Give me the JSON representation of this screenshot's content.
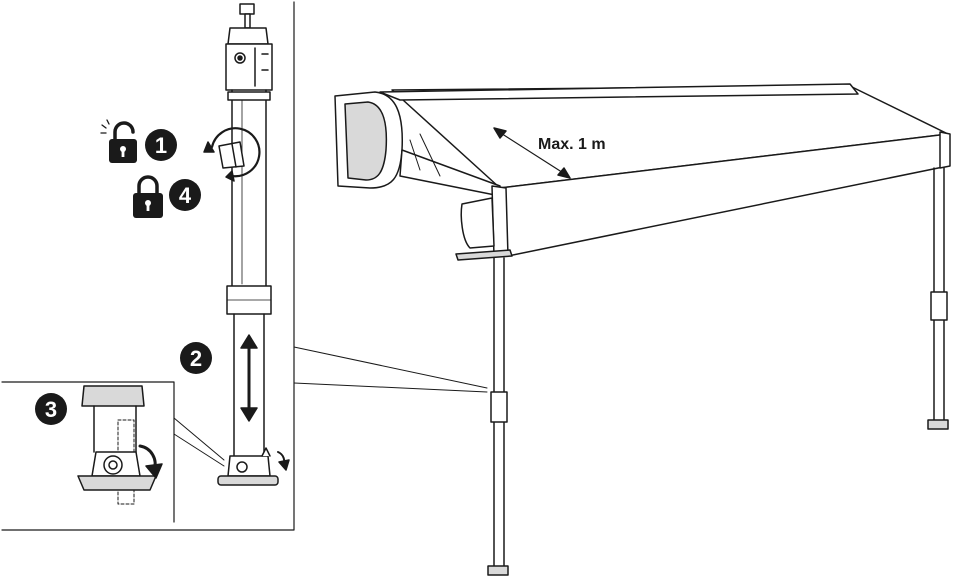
{
  "steps": [
    {
      "number": "1",
      "icon": "unlock-icon"
    },
    {
      "number": "4",
      "icon": "lock-icon"
    },
    {
      "number": "2",
      "icon": "up-down-arrow-icon"
    },
    {
      "number": "3",
      "icon": "rotate-arrow-icon"
    }
  ],
  "dimension": {
    "label": "Max. 1 m"
  },
  "colors": {
    "line": "#1a1a1a",
    "badge": "#1a1a1a",
    "fabric": "#ffffff",
    "shade": "#d9d9d9"
  }
}
